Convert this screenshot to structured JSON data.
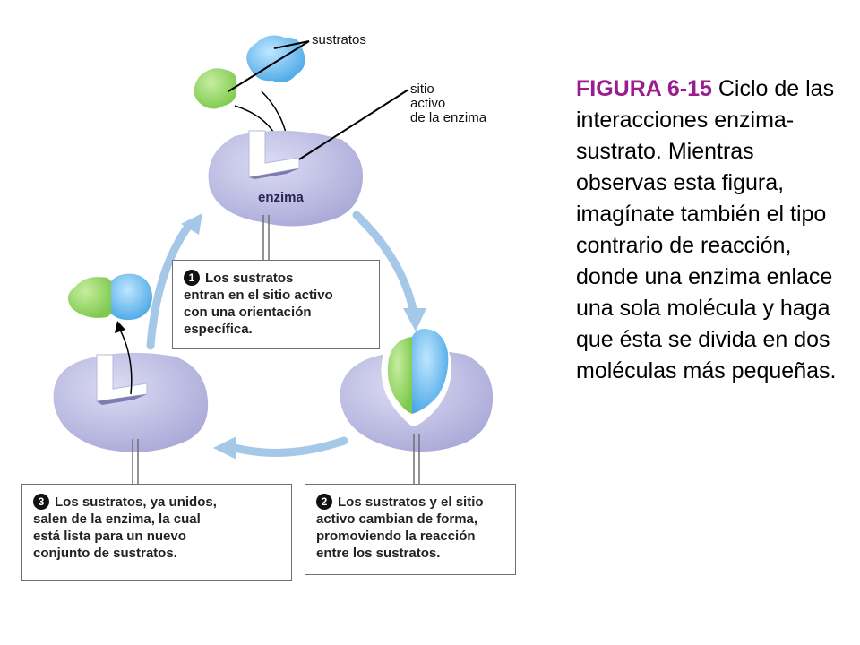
{
  "colors": {
    "enzyme": "#a7a6d6",
    "substrate_green": "#7cc94b",
    "substrate_blue": "#4aa7e6",
    "cycle_arrow": "#a6c8e8",
    "figure_label": "#9b1c8f"
  },
  "labels": {
    "substrates": "sustratos",
    "active_site": [
      "sitio",
      "activo",
      "de la enzima"
    ],
    "enzyme": "enzima"
  },
  "steps": [
    {
      "number": "1",
      "lines": [
        "Los sustratos",
        "entran en el sitio activo",
        "con una orientación",
        "específica."
      ]
    },
    {
      "number": "2",
      "lines": [
        "Los sustratos y el sitio",
        "activo cambian de forma,",
        "promoviendo la reacción",
        "entre los sustratos."
      ]
    },
    {
      "number": "3",
      "lines": [
        "Los sustratos, ya unidos,",
        "salen de la enzima, la cual",
        "está lista para un nuevo",
        "conjunto de sustratos."
      ]
    }
  ],
  "caption": {
    "figure_label": "FIGURA 6-15",
    "text": "Ciclo de las interacciones enzima-sustrato. Mientras observas esta figura, imagínate también el tipo contrario de reacción, donde una enzima enlace una sola molécula y haga que ésta se divida en dos moléculas más pequeñas."
  }
}
